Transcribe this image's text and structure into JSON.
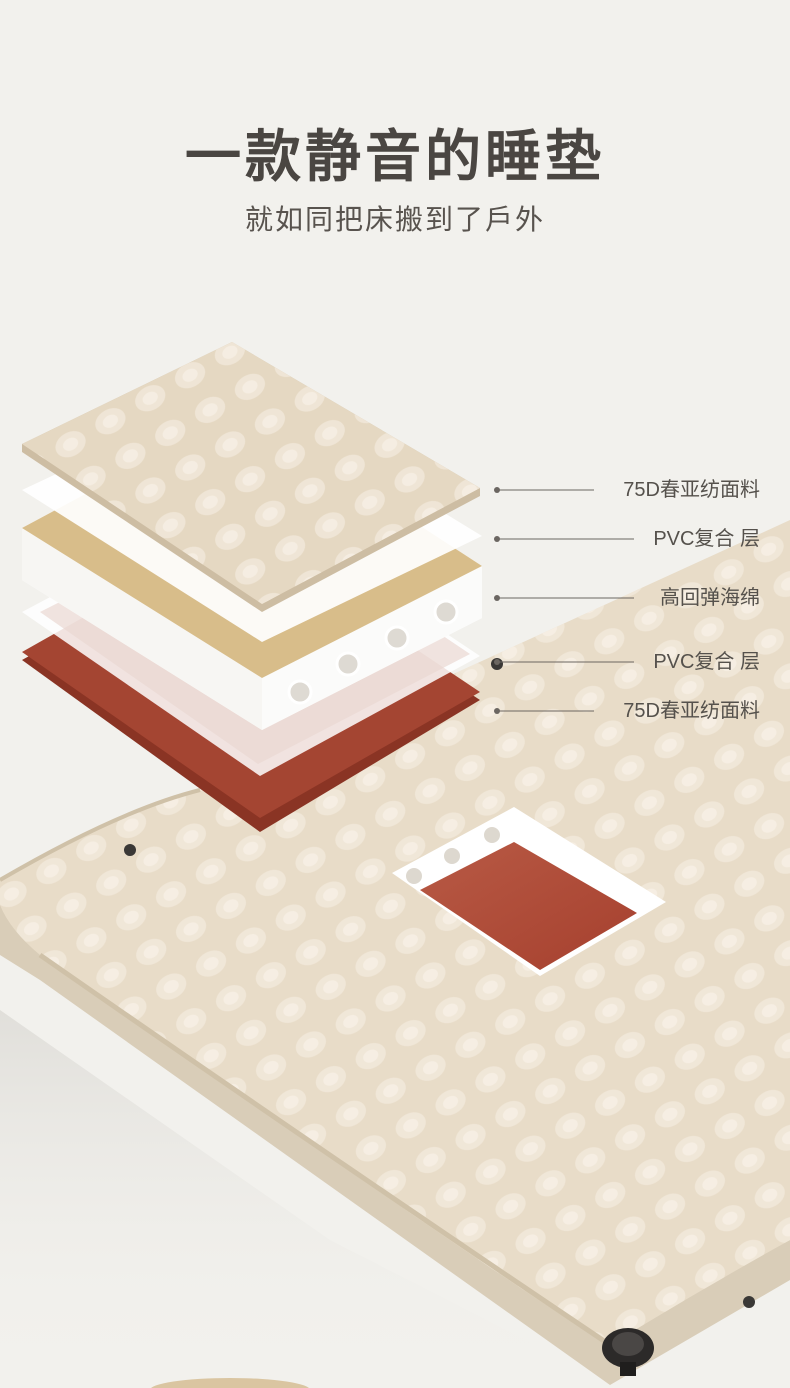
{
  "header": {
    "title": "一款静音的睡垫",
    "subtitle": "就如同把床搬到了戶外"
  },
  "layers": [
    {
      "label": "75D春亚纺面料"
    },
    {
      "label": "PVC复合 层"
    },
    {
      "label": "高回弹海绵"
    },
    {
      "label": "PVC复合 层"
    },
    {
      "label": "75D春亚纺面料"
    }
  ],
  "colors": {
    "background": "#f2f1ed",
    "fabric": "#ebe0ce",
    "foam": "#d8bd8a",
    "bottom_fabric": "#a44532",
    "text": "#4a4642"
  }
}
